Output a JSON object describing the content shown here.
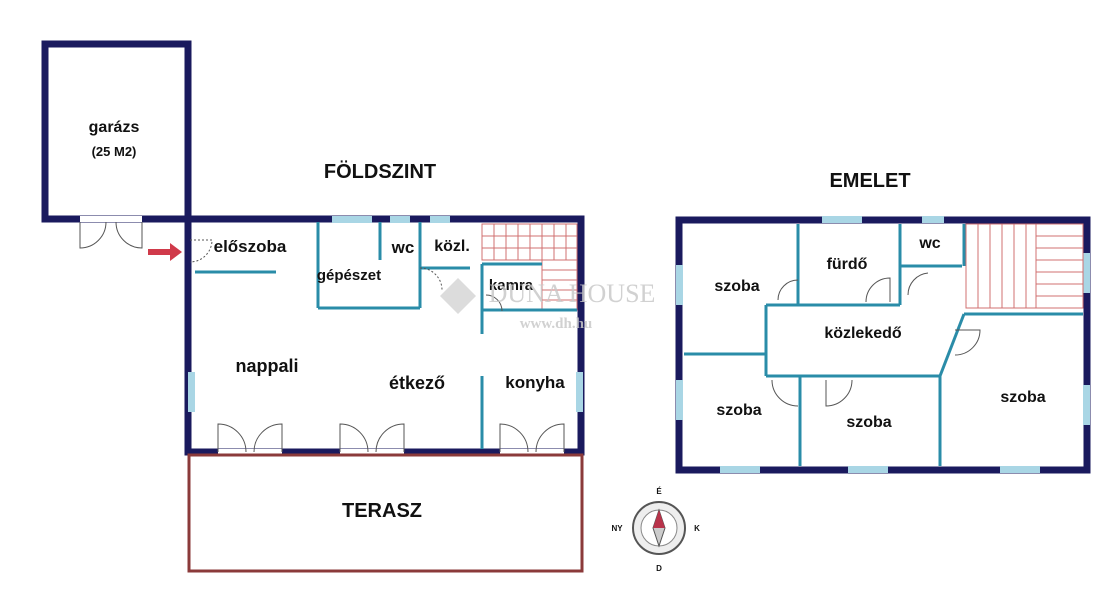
{
  "floors": {
    "ground_title": "FÖLDSZINT",
    "upper_title": "EMELET"
  },
  "rooms": {
    "garazs": "garázs",
    "garazs_area": "(25 M2)",
    "eloszoba": "előszoba",
    "wc_ground": "wc",
    "kozl": "közl.",
    "gepeszet": "gépészet",
    "kamra": "kamra",
    "nappali": "nappali",
    "etkezo": "étkező",
    "konyha": "konyha",
    "terasz": "TERASZ",
    "szoba_tl": "szoba",
    "furdo": "fürdő",
    "wc_upper": "wc",
    "kozlekedo": "közlekedő",
    "szoba_bl": "szoba",
    "szoba_bm": "szoba",
    "szoba_r": "szoba"
  },
  "watermark": {
    "brand": "DUNA HOUSE",
    "url": "www.dh.hu"
  },
  "compass": {
    "north": "É",
    "south": "D",
    "west": "NY",
    "east": "K"
  },
  "colors": {
    "wall": "#1a1a5e",
    "partition": "#2a8ca8",
    "window": "#a9d6e5",
    "stairs": "#d07070",
    "terrace": "#8b3a3a",
    "arrow": "#d03a4a"
  }
}
